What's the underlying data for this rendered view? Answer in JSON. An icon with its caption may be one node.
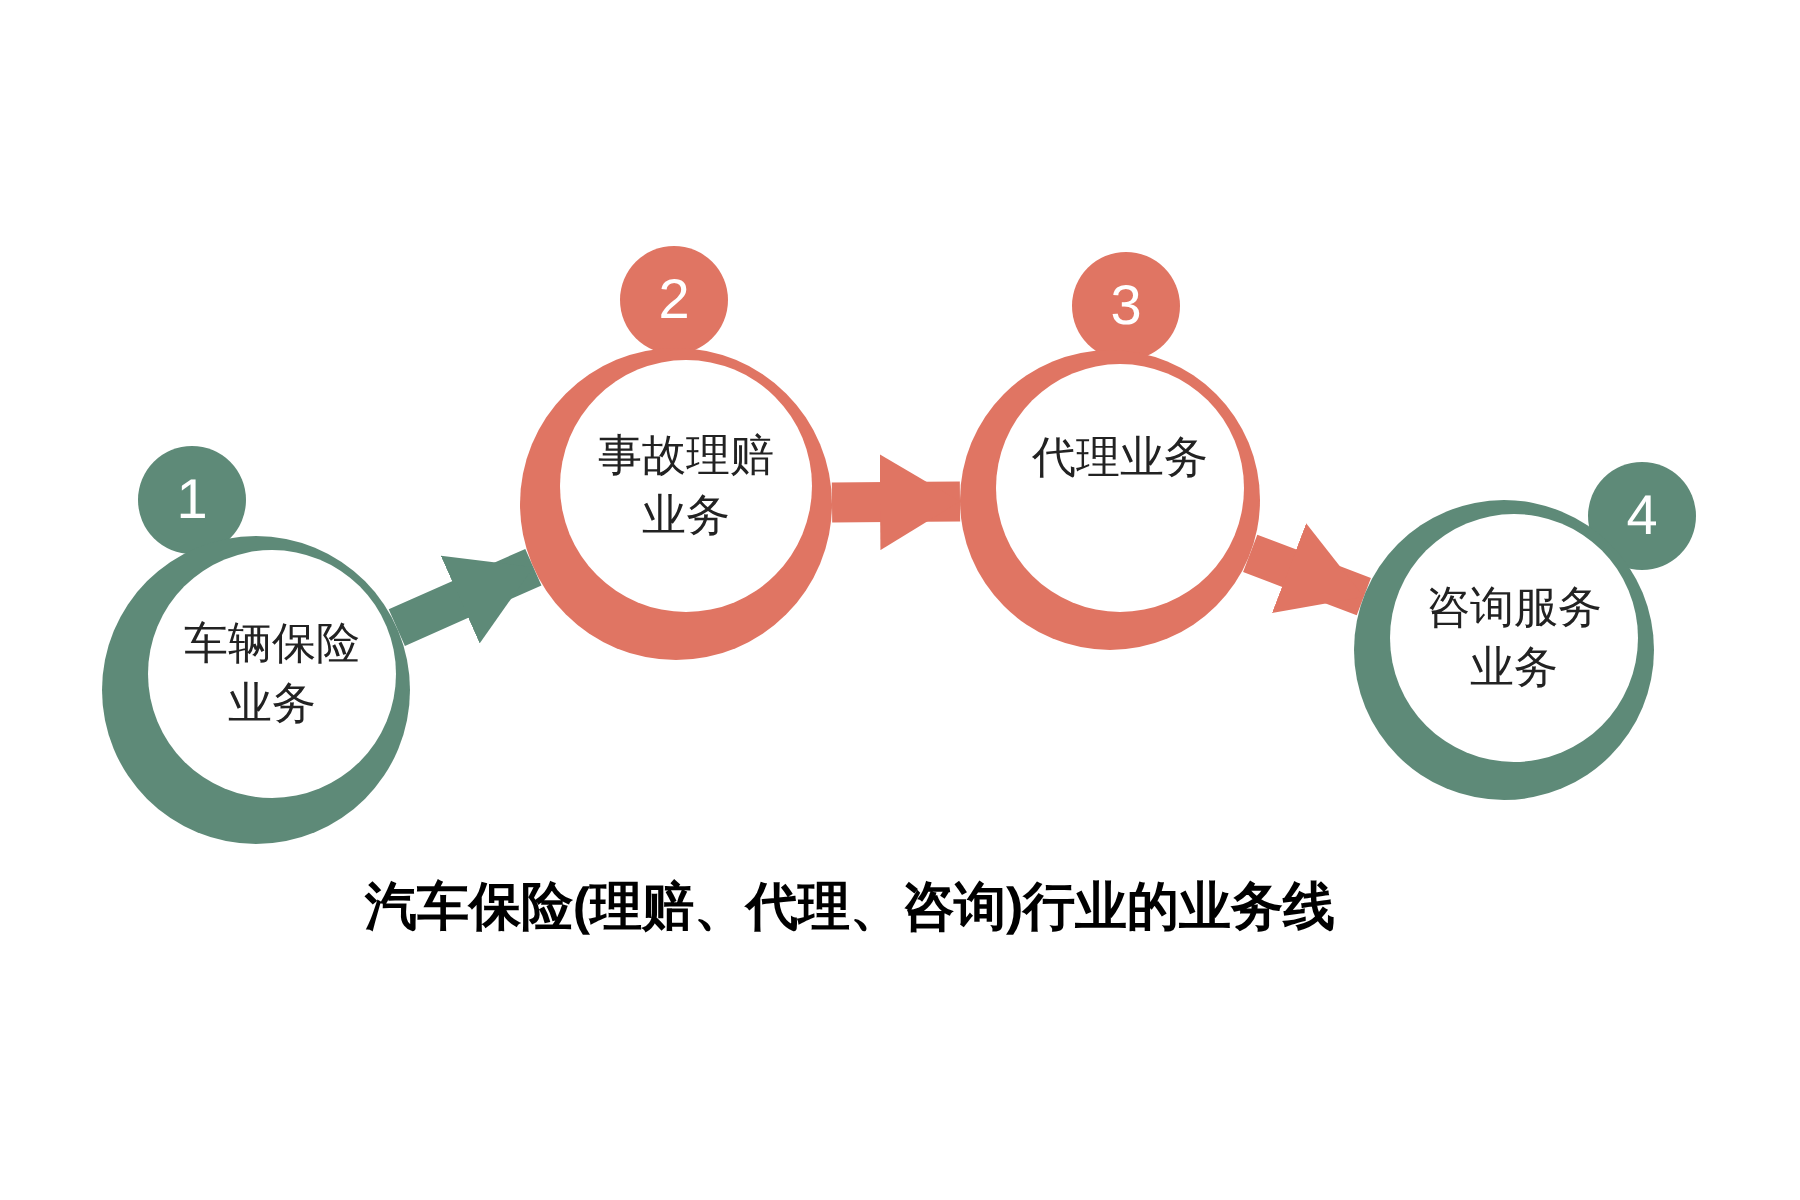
{
  "diagram": {
    "title": "汽车保险(理赔、代理、咨询)行业的业务线",
    "nodes": [
      {
        "text": [
          "1"
        ]
      },
      {
        "text": [
          "车辆保险业务"
        ]
      },
      {
        "text": [
          "2"
        ]
      },
      {
        "text": [
          "事故理赔业务"
        ]
      },
      {
        "text": [
          "3"
        ]
      },
      {
        "text": [
          "代理业务"
        ]
      },
      {
        "text": [
          "4"
        ]
      },
      {
        "text": [
          "咨询服务业务"
        ]
      }
    ],
    "edges": [
      {
        "from": 1,
        "to": 3,
        "arrow": "to",
        "color": "#5e8a78"
      },
      {
        "from": 3,
        "to": 5,
        "arrow": "to"
      },
      {
        "from": 5,
        "to": 7,
        "arrow": "to"
      }
    ]
  }
}
